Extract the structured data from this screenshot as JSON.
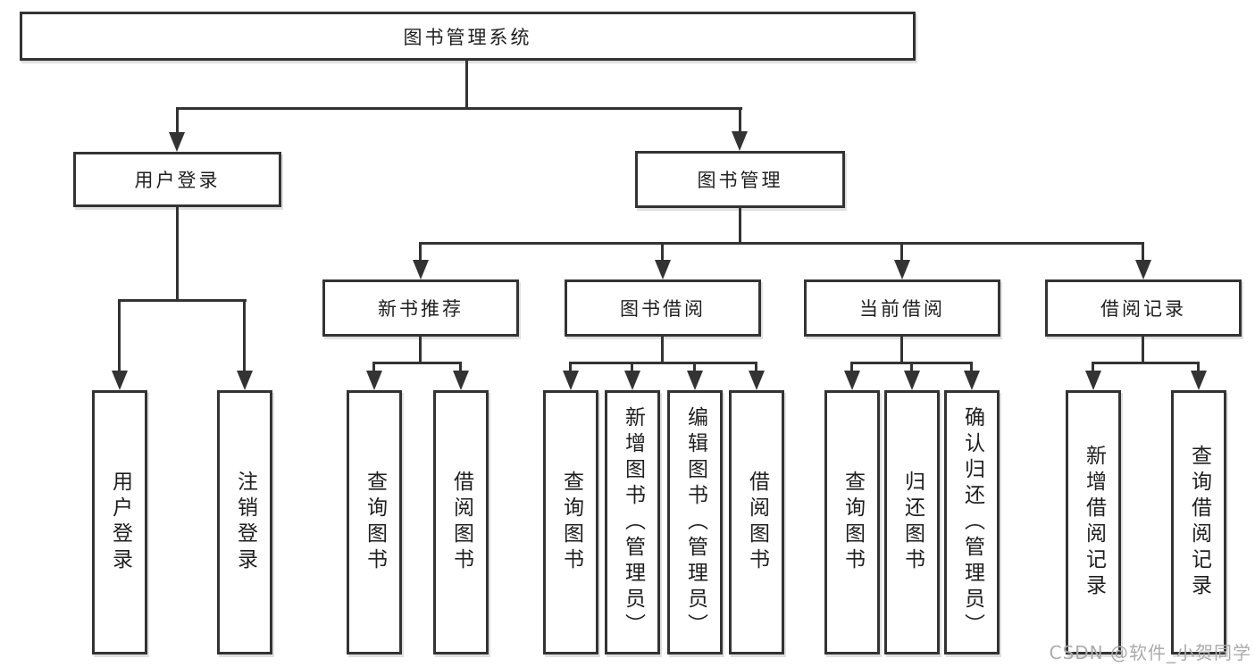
{
  "diagram": {
    "root": {
      "label": "图书管理系统"
    },
    "level2": [
      {
        "id": "user-login",
        "label": "用户登录"
      },
      {
        "id": "book-management",
        "label": "图书管理"
      }
    ],
    "level3": [
      {
        "id": "new-book-recommend",
        "label": "新书推荐"
      },
      {
        "id": "book-borrowing",
        "label": "图书借阅"
      },
      {
        "id": "current-borrowing",
        "label": "当前借阅"
      },
      {
        "id": "borrowing-records",
        "label": "借阅记录"
      }
    ],
    "leaves": {
      "user_login": [
        "用户登录",
        "注销登录"
      ],
      "new_book_recommend": [
        "查询图书",
        "借阅图书"
      ],
      "book_borrowing": [
        "查询图书",
        "新增图书（管理员）",
        "编辑图书（管理员）",
        "借阅图书"
      ],
      "current_borrowing": [
        "查询图书",
        "归还图书",
        "确认归还（管理员）"
      ],
      "borrowing_records": [
        "新增借阅记录",
        "查询借阅记录"
      ]
    },
    "colors": {
      "line": "#333333",
      "text": "#1f1f1f",
      "box_background": "#ffffff",
      "page_background": "#ffffff"
    }
  },
  "watermark": {
    "text": "CSDN @软件_小贺同学",
    "color": "#ababab"
  }
}
